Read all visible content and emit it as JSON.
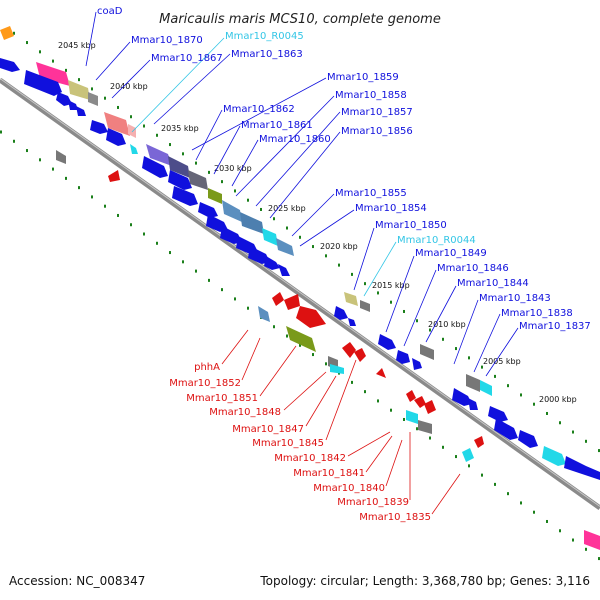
{
  "title": "Maricaulis maris MCS10, complete genome",
  "footer": {
    "accession": "Accession: NC_008347",
    "topology": "Topology: circular; Length: 3,368,780 bp; Genes: 3,116"
  },
  "colors": {
    "forward_label": "#1010dd",
    "rna_label": "#33c6e6",
    "reverse_label": "#dd1111",
    "backbone": "#8a8a8a",
    "tick": "#1a7f1a"
  },
  "scale_labels": [
    "2045 kbp",
    "2040 kbp",
    "2035 kbp",
    "2030 kbp",
    "2025 kbp",
    "2020 kbp",
    "2015 kbp",
    "2010 kbp",
    "2005 kbp",
    "2000 kbp"
  ],
  "forward_labels": [
    {
      "text": "coaD",
      "kind": "cds"
    },
    {
      "text": "Mmar10_1870",
      "kind": "cds"
    },
    {
      "text": "Mmar10_R0045",
      "kind": "rna"
    },
    {
      "text": "Mmar10_1867",
      "kind": "cds"
    },
    {
      "text": "Mmar10_1863",
      "kind": "cds"
    },
    {
      "text": "Mmar10_1859",
      "kind": "cds"
    },
    {
      "text": "Mmar10_1858",
      "kind": "cds"
    },
    {
      "text": "Mmar10_1862",
      "kind": "cds"
    },
    {
      "text": "Mmar10_1857",
      "kind": "cds"
    },
    {
      "text": "Mmar10_1861",
      "kind": "cds"
    },
    {
      "text": "Mmar10_1856",
      "kind": "cds"
    },
    {
      "text": "Mmar10_1860",
      "kind": "cds"
    },
    {
      "text": "Mmar10_1855",
      "kind": "cds"
    },
    {
      "text": "Mmar10_1854",
      "kind": "cds"
    },
    {
      "text": "Mmar10_1850",
      "kind": "cds"
    },
    {
      "text": "Mmar10_R0044",
      "kind": "rna"
    },
    {
      "text": "Mmar10_1849",
      "kind": "cds"
    },
    {
      "text": "Mmar10_1846",
      "kind": "cds"
    },
    {
      "text": "Mmar10_1844",
      "kind": "cds"
    },
    {
      "text": "Mmar10_1843",
      "kind": "cds"
    },
    {
      "text": "Mmar10_1838",
      "kind": "cds"
    },
    {
      "text": "Mmar10_1837",
      "kind": "cds"
    }
  ],
  "reverse_labels": [
    {
      "text": "phhA"
    },
    {
      "text": "Mmar10_1852"
    },
    {
      "text": "Mmar10_1851"
    },
    {
      "text": "Mmar10_1848"
    },
    {
      "text": "Mmar10_1847"
    },
    {
      "text": "Mmar10_1845"
    },
    {
      "text": "Mmar10_1842"
    },
    {
      "text": "Mmar10_1841"
    },
    {
      "text": "Mmar10_1840"
    },
    {
      "text": "Mmar10_1839"
    },
    {
      "text": "Mmar10_1835"
    }
  ]
}
